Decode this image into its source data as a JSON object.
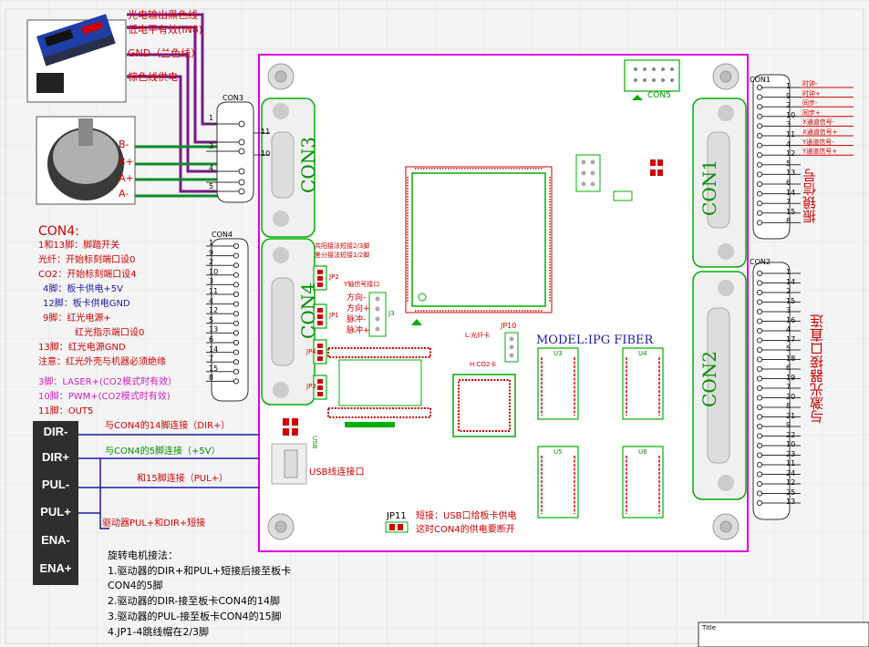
{
  "top_wires": {
    "line1": "光电输出黑色线",
    "line2": "低电平有效(IN8)",
    "line3": "GND（兰色线）",
    "line4": "棕色线供电"
  },
  "encoder_wires": [
    "B-",
    "B+",
    "A+",
    "A-"
  ],
  "con3": {
    "label": "CON3",
    "small": "CON3",
    "pins": [
      "1",
      "11",
      "3",
      "10",
      "4",
      "5"
    ]
  },
  "con4_desc": {
    "title": "CON4:",
    "lines": [
      "1和13脚：脚踏开关",
      "光纤：开始标刻端口设0",
      "CO2：开始标刻端口设4",
      "4脚：板卡供电+5V",
      "12脚：板卡供电GND",
      "9脚：红光电源+",
      "红光指示端口设0",
      "13脚：红光电源GND",
      "注意：红光外壳与机器必须绝缘"
    ],
    "mag_lines": [
      "3脚：LASER+(CO2模式时有效）",
      "10脚：PWM+(CO2模式时有效)"
    ],
    "out_line": "11脚：OUT5"
  },
  "con4": {
    "label": "CON4",
    "small": "CON4",
    "pins": [
      "1",
      "9",
      "2",
      "10",
      "3",
      "11",
      "4",
      "12",
      "5",
      "13",
      "6",
      "14",
      "7",
      "15",
      "8"
    ]
  },
  "driver": {
    "labels": [
      "DIR-",
      "DIR+",
      "PUL-",
      "PUL+",
      "ENA-",
      "ENA+"
    ],
    "notes": [
      "与CON4的14脚连接（DIR+）",
      "与CON4的5脚连接（+5V）",
      "和15脚连接（PUL+）",
      "驱动器PUL+和DIR+短接"
    ]
  },
  "motor_notes": {
    "title": "旋转电机接法：",
    "lines": [
      "1.驱动器的DIR+和PUL+短接后接至板卡",
      "CON4的5脚",
      "2.驱动器的DIR-接至板卡CON4的14脚",
      "3.驱动器的PUL-接至板卡CON4的15脚",
      "4.JP1-4跳线帽在2/3脚"
    ]
  },
  "board": {
    "con5": "CON5",
    "jp_note1": "共阳接法短接2/3脚",
    "jp_note2": "差分接法短接1/2脚",
    "jp_labels": [
      "JP1",
      "JP2",
      "JP3",
      "JP4"
    ],
    "y_axis_note": "Y轴信号接口",
    "y_axis_items": [
      "方向-",
      "方向+",
      "脉冲-",
      "脉冲+"
    ],
    "j3": "J3",
    "jp10": "JP10",
    "fiber_note": "L:光纤卡",
    "co2_note": "H:CO2卡",
    "model": "MODEL:IPG FIBER",
    "usb_label": "USB线连接口",
    "usb_small": "USB",
    "jp11": "JP11",
    "jp11_note1": "短接：USB口给板卡供电",
    "jp11_note2": "这时CON4的供电要断开",
    "ic_labels": [
      "U3",
      "U4",
      "U5",
      "U6"
    ]
  },
  "con1": {
    "tag": "CON1",
    "label": "CON1",
    "pins": [
      "1",
      "9",
      "2",
      "10",
      "3",
      "11",
      "4",
      "12",
      "5",
      "13",
      "6",
      "14",
      "7",
      "15",
      "8"
    ],
    "signals": [
      "时钟-",
      "时钟+",
      "同步-",
      "同步+",
      "X通道信号-",
      "X通道信号+",
      "Y通道信号-",
      "Y通道信号+"
    ],
    "side": "振镜信号"
  },
  "con2": {
    "tag": "CON2",
    "label": "CON2",
    "pins": [
      "1",
      "14",
      "2",
      "15",
      "3",
      "16",
      "4",
      "17",
      "5",
      "18",
      "6",
      "19",
      "7",
      "20",
      "8",
      "21",
      "9",
      "22",
      "10",
      "23",
      "11",
      "24",
      "12",
      "25",
      "13"
    ],
    "side": "与激光器接口直连"
  },
  "title_block": {
    "label": "Title"
  },
  "colors": {
    "board_outline": "#e000e0",
    "pcb_green": "#00b000",
    "annot_red": "#d00000",
    "wire_purple": "#7a1a8a",
    "wire_green": "#0a8a2a"
  }
}
